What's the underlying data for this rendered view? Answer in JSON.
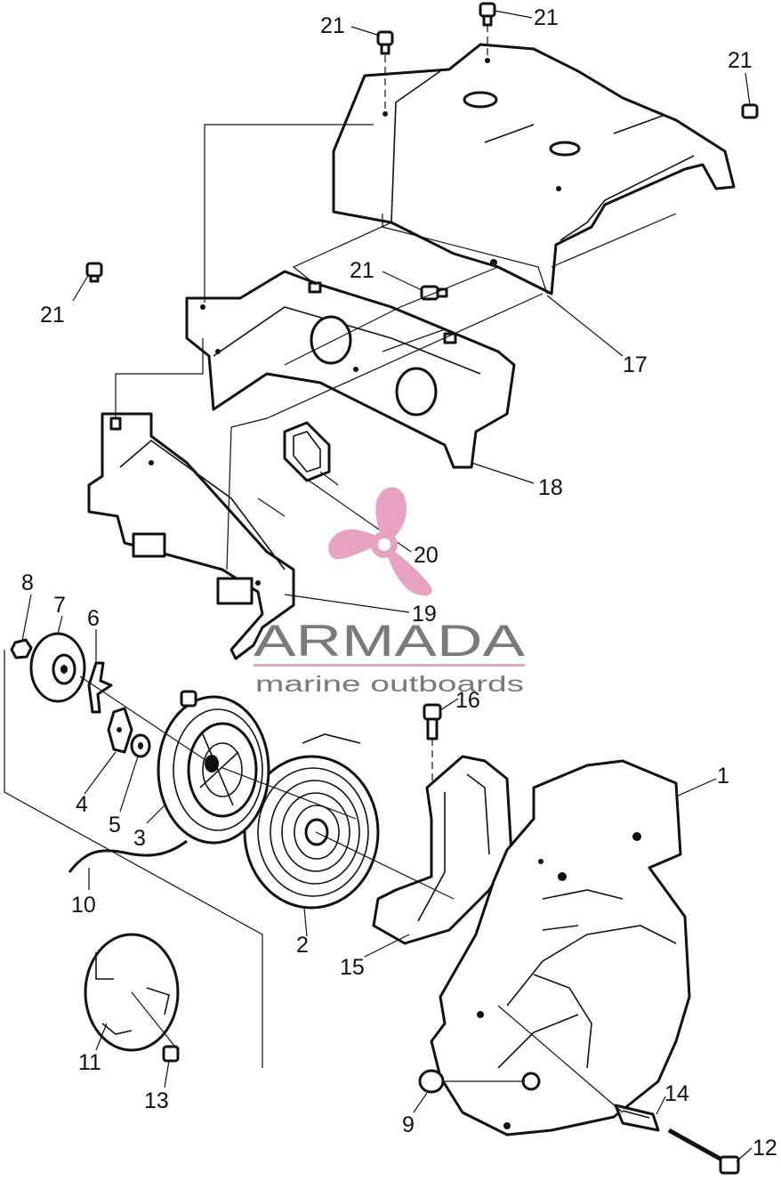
{
  "callouts": {
    "c1": "1",
    "c2": "2",
    "c3": "3",
    "c4": "4",
    "c5": "5",
    "c6": "6",
    "c7": "7",
    "c8": "8",
    "c9": "9",
    "c10": "10",
    "c11": "11",
    "c12": "12",
    "c13": "13",
    "c14": "14",
    "c15": "15",
    "c16": "16",
    "c17": "17",
    "c18": "18",
    "c19": "19",
    "c20": "20",
    "c21": "21"
  },
  "watermark": {
    "brand": "ARMADA",
    "tagline": "marine outboards",
    "logo_color": "#e8a3c3",
    "line_color": "#e8a3c3"
  }
}
